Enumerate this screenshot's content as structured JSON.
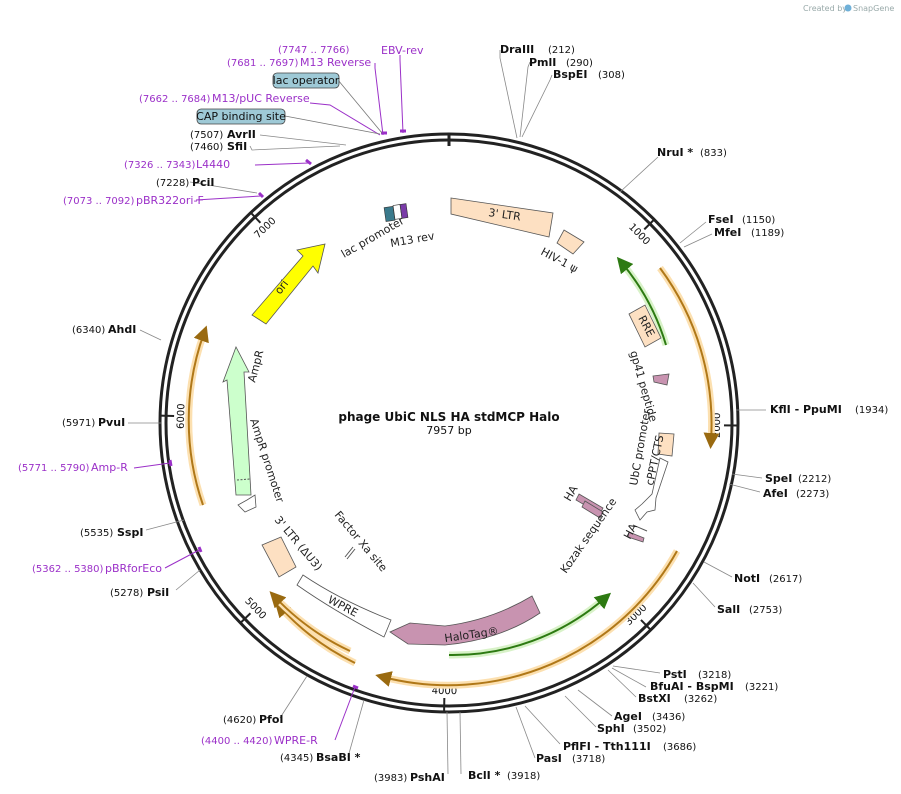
{
  "plasmid": {
    "name": "phage UbiC NLS HA stdMCP Halo",
    "length_label": "7957 bp",
    "length": 7957
  },
  "credit": {
    "text": "Created by",
    "brand": "SnapGene"
  },
  "ticks": [
    "1000",
    "2000",
    "3000",
    "4000",
    "5000",
    "6000",
    "7000"
  ],
  "sites": [
    {
      "name": "DraIII",
      "pos": "(212)"
    },
    {
      "name": "PmlI",
      "pos": "(290)"
    },
    {
      "name": "BspEI",
      "pos": "(308)"
    },
    {
      "name": "NruI *",
      "pos": "(833)"
    },
    {
      "name": "FseI",
      "pos": "(1150)"
    },
    {
      "name": "MfeI",
      "pos": "(1189)"
    },
    {
      "name": "KflI  - PpuMI",
      "pos": "(1934)"
    },
    {
      "name": "SpeI",
      "pos": "(2212)"
    },
    {
      "name": "AfeI",
      "pos": "(2273)"
    },
    {
      "name": "NotI",
      "pos": "(2617)"
    },
    {
      "name": "SalI",
      "pos": "(2753)"
    },
    {
      "name": "PstI",
      "pos": "(3218)"
    },
    {
      "name": "BfuAI  - BspMI",
      "pos": "(3221)"
    },
    {
      "name": "BstXI",
      "pos": "(3262)"
    },
    {
      "name": "AgeI",
      "pos": "(3436)"
    },
    {
      "name": "SphI",
      "pos": "(3502)"
    },
    {
      "name": "PflFI  - Tth111I",
      "pos": "(3686)"
    },
    {
      "name": "PasI",
      "pos": "(3718)"
    },
    {
      "name": "BclI *",
      "pos": "(3918)"
    },
    {
      "name": "PshAI",
      "pos": "(3983)"
    },
    {
      "name": "BsaBI *",
      "pos": "(4345)"
    },
    {
      "name": "PfoI",
      "pos": "(4620)"
    },
    {
      "name": "PsiI",
      "pos": "(5278)"
    },
    {
      "name": "SspI",
      "pos": "(5535)"
    },
    {
      "name": "PvuI",
      "pos": "(5971)"
    },
    {
      "name": "AhdI",
      "pos": "(6340)"
    },
    {
      "name": "PciI",
      "pos": "(7228)"
    },
    {
      "name": "SfiI",
      "pos": "(7460)"
    },
    {
      "name": "AvrII",
      "pos": "(7507)"
    }
  ],
  "primers": [
    {
      "name": "EBV-rev",
      "range": "(7747 .. 7766)"
    },
    {
      "name": "M13 Reverse",
      "range": "(7681 .. 7697)"
    },
    {
      "name": "M13/pUC Reverse",
      "range": "(7662 .. 7684)"
    },
    {
      "name": "L4440",
      "range": "(7326 .. 7343)"
    },
    {
      "name": "pBR322ori-F",
      "range": "(7073 .. 7092)"
    },
    {
      "name": "Amp-R",
      "range": "(5771 .. 5790)"
    },
    {
      "name": "pBRforEco",
      "range": "(5362 .. 5380)"
    },
    {
      "name": "WPRE-R",
      "range": "(4400 .. 4420)"
    }
  ],
  "boxed_labels": [
    "lac operator",
    "CAP binding site"
  ],
  "features": [
    {
      "label": "3' LTR"
    },
    {
      "label": "HIV-1 ψ"
    },
    {
      "label": "RRE"
    },
    {
      "label": "gp41 peptide"
    },
    {
      "label": "UbC promoter"
    },
    {
      "label": "cPPT/CTS"
    },
    {
      "label": "HA"
    },
    {
      "label": "HA"
    },
    {
      "label": "Kozak sequence"
    },
    {
      "label": "HaloTag®"
    },
    {
      "label": "WPRE"
    },
    {
      "label": "3' LTR (ΔU3)"
    },
    {
      "label": "Factor Xa site"
    },
    {
      "label": "AmpR promoter"
    },
    {
      "label": "AmpR"
    },
    {
      "label": "ori"
    },
    {
      "label": "lac promoter"
    },
    {
      "label": "M13 rev"
    }
  ],
  "colors": {
    "backbone": "#222222",
    "primer": "#9b30c8",
    "ltr": "#fde0c2",
    "halo": "#c893b0",
    "ori": "#ffff00",
    "ampr": "#ccffcc",
    "orf_orange": "#e8a33c",
    "orf_green": "#49a825",
    "cap_box": "#9ec9d6"
  }
}
